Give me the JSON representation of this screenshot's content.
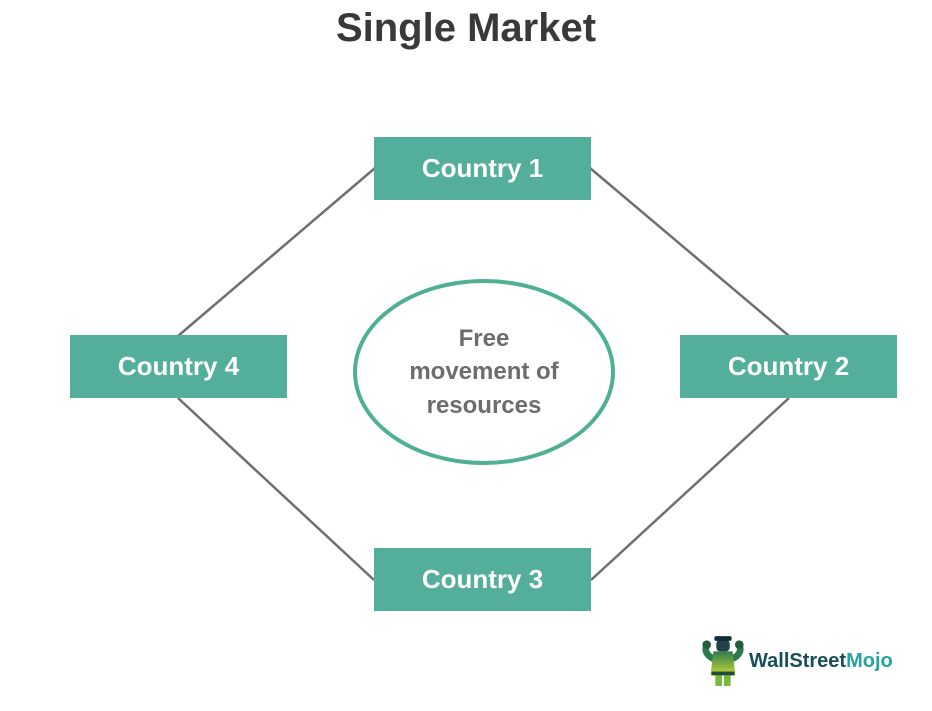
{
  "title": "Single Market",
  "nodes": [
    {
      "id": "country-1",
      "label": "Country 1"
    },
    {
      "id": "country-2",
      "label": "Country 2"
    },
    {
      "id": "country-3",
      "label": "Country 3"
    },
    {
      "id": "country-4",
      "label": "Country 4"
    }
  ],
  "center": {
    "label": "Free movement of resources",
    "lines": [
      "Free",
      "movement of",
      "resources"
    ]
  },
  "logo": {
    "text_dark": "WallStreet",
    "text_teal": "Mojo",
    "mascot_icon": "strongman-mascot-icon"
  },
  "colors": {
    "background": "#ffffff",
    "title_text": "#3a3838",
    "node_fill": "#53ae9b",
    "node_text": "#ffffff",
    "ellipse_stroke": "#4fb093",
    "center_text": "#6d6d6d",
    "connector": "#6f6f6f",
    "logo_dark": "#154f5b",
    "logo_teal": "#25a5a2"
  }
}
